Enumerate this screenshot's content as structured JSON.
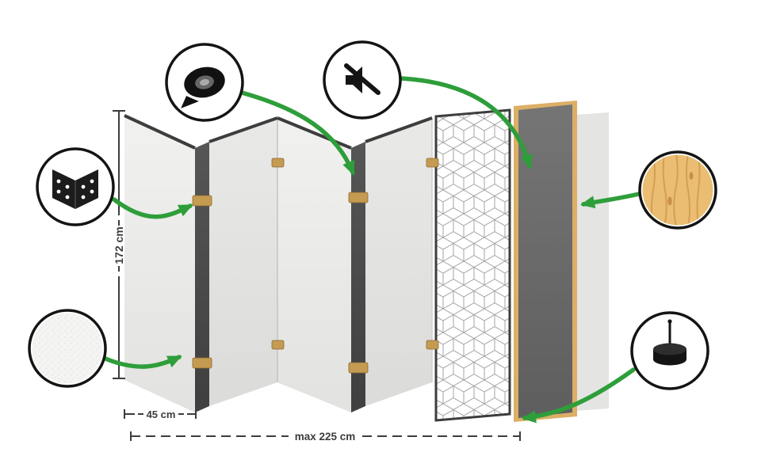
{
  "diagram": {
    "subject": "folding-room-divider-construction",
    "dimensions": {
      "height": "172 cm",
      "panel_width": "45 cm",
      "max_width": "max 225 cm"
    },
    "icons": {
      "hinge": "hinge-icon",
      "tape": "tape-roll-icon",
      "mute": "mute-speaker-icon",
      "wood": "wood-texture-icon",
      "fabric": "fabric-texture-icon",
      "felt_pad": "felt-pad-icon"
    },
    "colors": {
      "accent_green": "#2e9e3a",
      "outline_black": "#141414",
      "dimension_gray": "#3c3c3c",
      "panel_light": "#ededeb",
      "panel_light_alt": "#e4e4e2",
      "panel_edge_dark": "#4a4a4a",
      "wood_frame": "#dcaf66",
      "dark_core": "#6a6a6a",
      "hinge_tan": "#c59b52"
    }
  }
}
